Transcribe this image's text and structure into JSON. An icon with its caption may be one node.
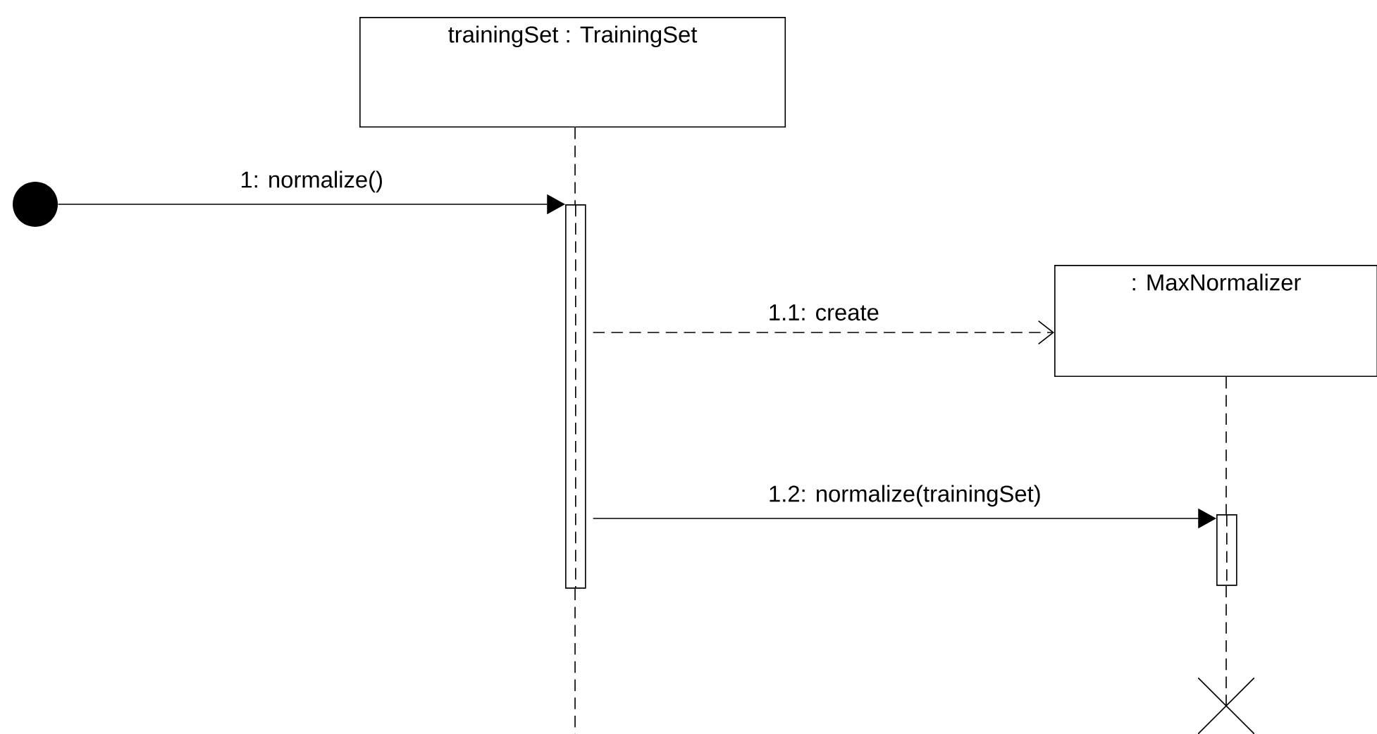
{
  "diagram": {
    "nodes": [
      {
        "text": [
          "trainingSet : TrainingSet"
        ]
      },
      {
        "text": [
          ": MaxNormalizer"
        ]
      },
      {
        "text": [],
        "shape": "circle"
      },
      {
        "text": [],
        "shape": "bar"
      },
      {
        "text": [],
        "shape": "bar"
      },
      {
        "text": [],
        "shape": "cross"
      }
    ],
    "edges": [
      {
        "from": 2,
        "to": 3,
        "arrow": "to",
        "label": "1: normalize()"
      },
      {
        "from": 3,
        "to": 1,
        "arrow": "to",
        "label": "1.1: create",
        "style": "dashed"
      },
      {
        "from": 3,
        "to": 4,
        "arrow": "to",
        "label": "1.2: normalize(trainingSet)"
      },
      {
        "from": 0,
        "to": 3,
        "arrow": "none",
        "style": "dashed"
      },
      {
        "from": 3,
        "to": null,
        "arrow": "none",
        "style": "dashed"
      },
      {
        "from": 1,
        "to": 4,
        "arrow": "none",
        "style": "dashed"
      },
      {
        "from": 4,
        "to": 5,
        "arrow": "none",
        "style": "dashed"
      }
    ]
  }
}
